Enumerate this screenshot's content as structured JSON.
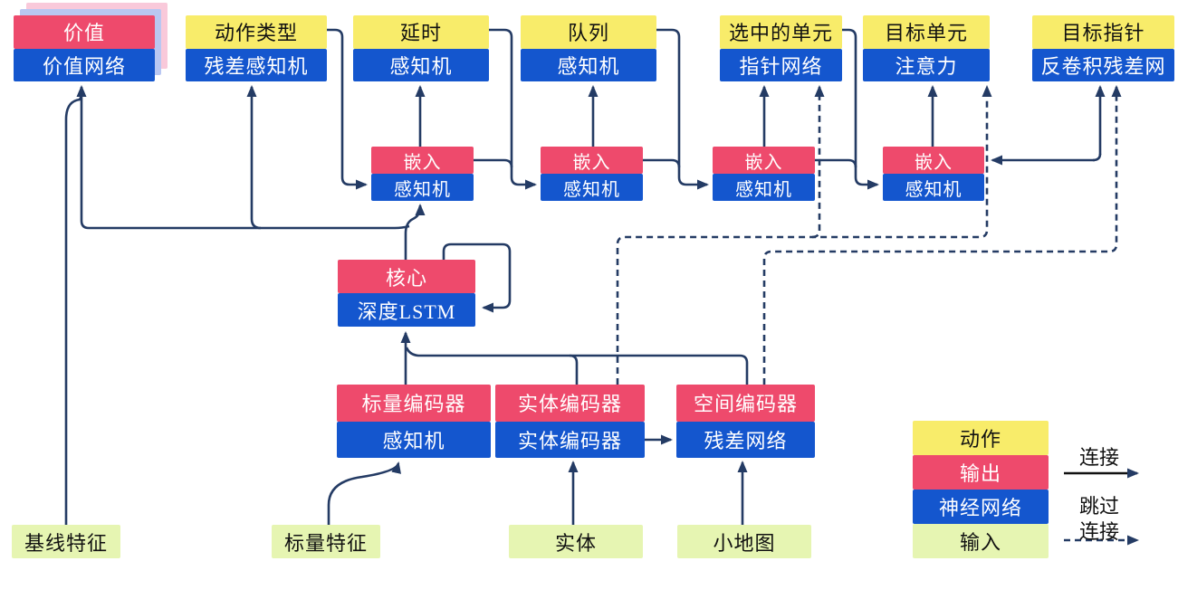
{
  "diagram": {
    "title_hint": "AlphaStar-style agent architecture (Chinese)",
    "colors": {
      "action_yellow": "#F8EC6A",
      "output_red": "#EE4A6C",
      "network_blue": "#1456CE",
      "input_green": "#E6F5B2",
      "wire_navy": "#243B64",
      "value_sheet_pink": "#F9C9DA",
      "value_sheet_blue": "#B9C7F2"
    },
    "heads": [
      {
        "action": "价值",
        "network": "价值网络"
      },
      {
        "action": "动作类型",
        "network": "残差感知机"
      },
      {
        "action": "延时",
        "network": "感知机"
      },
      {
        "action": "队列",
        "network": "感知机"
      },
      {
        "action": "选中的单元",
        "network": "指针网络"
      },
      {
        "action": "目标单元",
        "network": "注意力"
      },
      {
        "action": "目标指针",
        "network": "反卷积残差网"
      }
    ],
    "embeddings": [
      {
        "output": "嵌入",
        "network": "感知机"
      },
      {
        "output": "嵌入",
        "network": "感知机"
      },
      {
        "output": "嵌入",
        "network": "感知机"
      },
      {
        "output": "嵌入",
        "network": "感知机"
      }
    ],
    "core": {
      "output": "核心",
      "network": "深度LSTM"
    },
    "encoders": [
      {
        "output": "标量编码器",
        "network": "感知机"
      },
      {
        "output": "实体编码器",
        "network": "实体编码器"
      },
      {
        "output": "空间编码器",
        "network": "残差网络"
      }
    ],
    "inputs": [
      {
        "label": "基线特征"
      },
      {
        "label": "标量特征"
      },
      {
        "label": "实体"
      },
      {
        "label": "小地图"
      }
    ],
    "legend": {
      "action": "动作",
      "output": "输出",
      "network": "神经网络",
      "input": "输入",
      "solid_arrow": "连接",
      "dashed_arrow_line1": "跳过",
      "dashed_arrow_line2": "连接"
    }
  }
}
